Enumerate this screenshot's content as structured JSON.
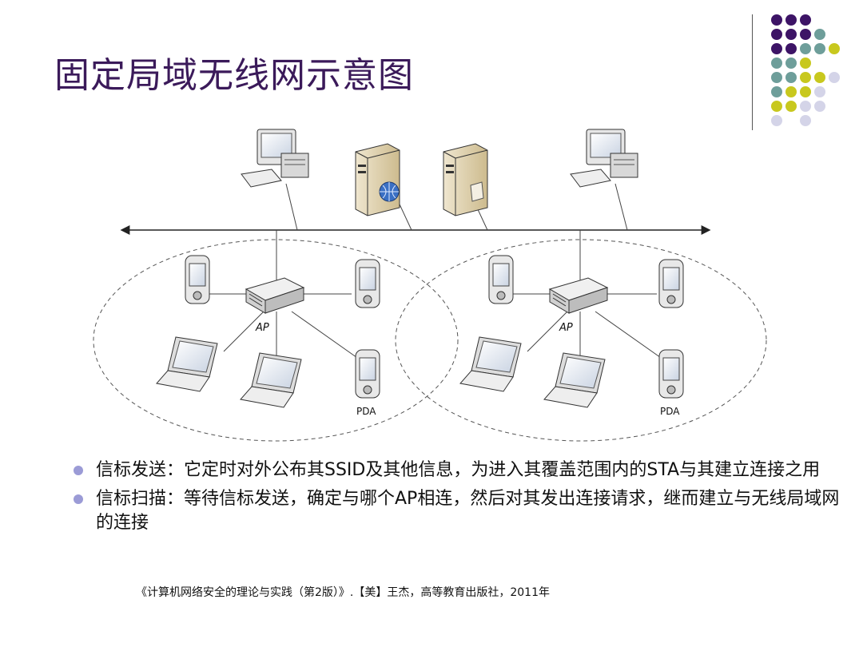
{
  "slide": {
    "title": "固定局域无线网示意图"
  },
  "diagram": {
    "ap_labels": [
      "AP",
      "AP"
    ],
    "pda_labels": [
      "PDA",
      "PDA"
    ]
  },
  "bullets": [
    "信标发送：它定时对外公布其SSID及其他信息，为进入其覆盖范围内的STA与其建立连接之用",
    "信标扫描：等待信标发送，确定与哪个AP相连，然后对其发出连接请求，继而建立与无线局域网的连接"
  ],
  "citation": "《计算机网络安全的理论与实践（第2版）》.【美】王杰，高等教育出版社，2011年",
  "colors": {
    "title": "#3b1a5a",
    "purple": "#3d1466",
    "teal": "#6e9e9a",
    "yellow": "#c8c81e",
    "lavender": "#d4d4e8",
    "bullet": "#9b9bd6"
  }
}
